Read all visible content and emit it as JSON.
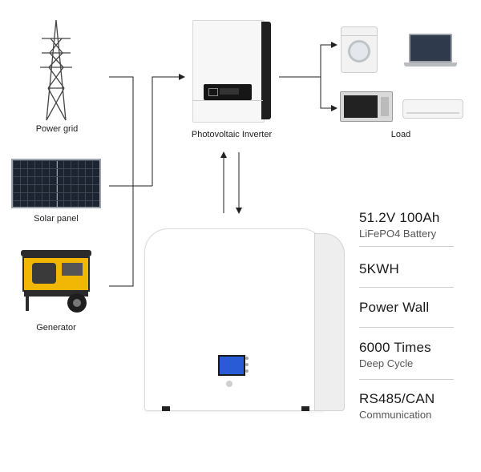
{
  "sources": {
    "grid_label": "Power grid",
    "solar_label": "Solar panel",
    "generator_label": "Generator"
  },
  "inverter": {
    "label": "Photovoltaic Inverter"
  },
  "load": {
    "label": "Load"
  },
  "specs": [
    {
      "title": "51.2V 100Ah",
      "subtitle": "LiFePO4 Battery"
    },
    {
      "title": "5KWH",
      "subtitle": ""
    },
    {
      "title": "Power Wall",
      "subtitle": ""
    },
    {
      "title": "6000 Times",
      "subtitle": "Deep Cycle"
    },
    {
      "title": "RS485/CAN",
      "subtitle": "Communication"
    }
  ],
  "colors": {
    "generator_yellow": "#f2b705",
    "panel_dark": "#1c2430",
    "battery_screen": "#2a5bd6"
  }
}
